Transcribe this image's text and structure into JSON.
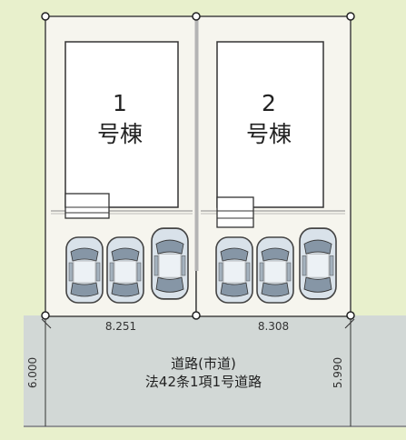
{
  "lots": [
    {
      "number": "1",
      "label": "号棟"
    },
    {
      "number": "2",
      "label": "号棟"
    }
  ],
  "dimensions": {
    "frontage_lot1": "8.251",
    "frontage_lot2": "8.308",
    "road_width_left": "6.000",
    "road_width_right": "5.990"
  },
  "road": {
    "line1": "道路(市道)",
    "line2": "法42条1項1号道路"
  },
  "colors": {
    "background": "#e8f0cc",
    "lot_fill": "#f6f5ee",
    "road_fill": "#d2d8d6",
    "building_fill": "#ffffff",
    "car_body": "#d9e2ea"
  }
}
